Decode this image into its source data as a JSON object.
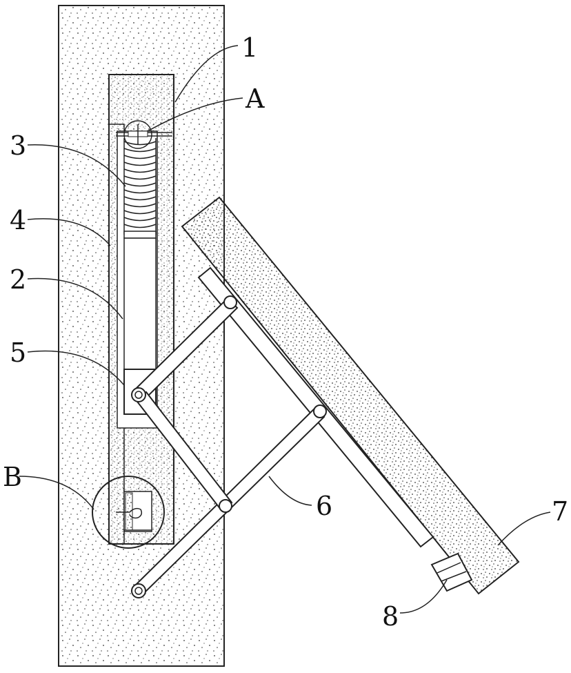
{
  "labels": {
    "part_1": "1",
    "part_2": "2",
    "part_3": "3",
    "part_4": "4",
    "part_5": "5",
    "part_6": "6",
    "part_7": "7",
    "part_8": "8",
    "detail_a": "A",
    "detail_b": "B"
  },
  "colors": {
    "stroke": "#222222",
    "stipple": "#333333",
    "background": "#ffffff"
  }
}
